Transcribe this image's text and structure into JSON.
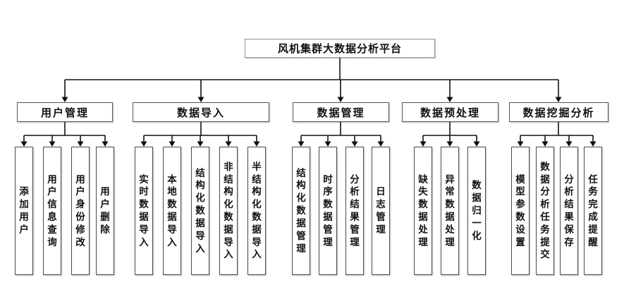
{
  "diagram": {
    "root_label": "风机集群大数据分析平台",
    "branches": [
      {
        "label": "用户管理",
        "children": [
          "添加用户",
          "用户信息查询",
          "用户身份修改",
          "用户删除"
        ]
      },
      {
        "label": "数据导入",
        "children": [
          "实时数据导入",
          "本地数据导入",
          "结构化数据导入",
          "非结构化数据导入",
          "半结构化数据导入"
        ]
      },
      {
        "label": "数据管理",
        "children": [
          "结构化数据管理",
          "时序数据管理",
          "分析结果管理",
          "日志管理"
        ]
      },
      {
        "label": "数据预处理",
        "children": [
          "缺失数据处理",
          "异常数据处理",
          "数据归一化"
        ]
      },
      {
        "label": "数据挖掘分析",
        "children": [
          "模型参数设置",
          "数据分析任务提交",
          "分析结果保存",
          "任务完成提醒"
        ]
      }
    ],
    "colors": {
      "background": "#ffffff",
      "line": "#111111",
      "node_fill": "#ffffff",
      "node_border": "#4a4a4a",
      "root_border": "#8a929e",
      "text": "#111111"
    }
  }
}
